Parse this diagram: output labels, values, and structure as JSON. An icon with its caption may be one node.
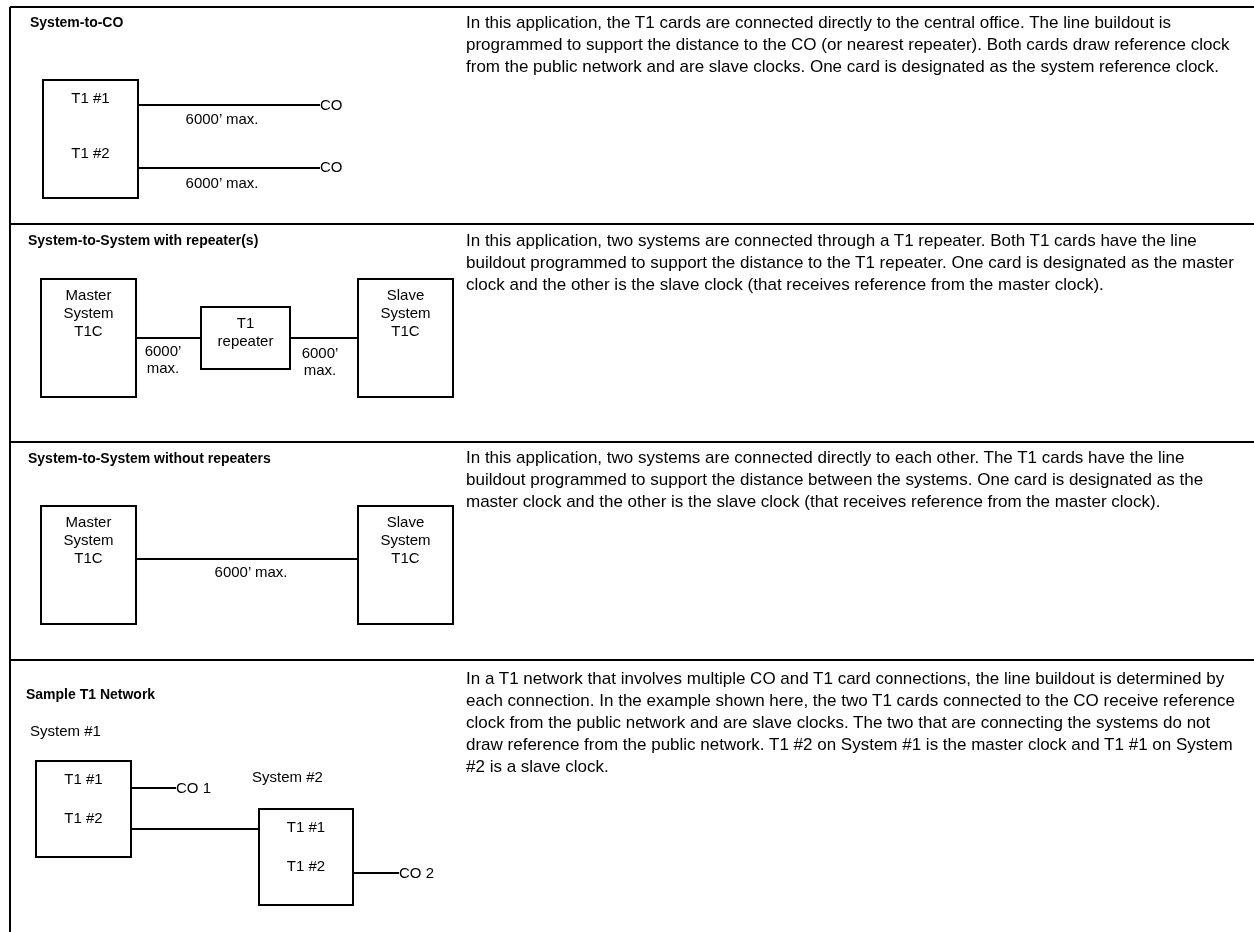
{
  "diagram": {
    "nodes": [
      {
        "text": [
          "T1 #1",
          "T1 #2"
        ]
      },
      {
        "text": [
          "CO"
        ]
      },
      {
        "text": [
          "CO"
        ]
      },
      {
        "text": [
          "Master System T1C"
        ]
      },
      {
        "text": [
          "T1 repeater"
        ]
      },
      {
        "text": [
          "Slave System T1C"
        ]
      },
      {
        "text": [
          "Master System T1C"
        ]
      },
      {
        "text": [
          "Slave System T1C"
        ]
      },
      {
        "text": [
          "T1 #1",
          "T1 #2"
        ],
        "beside": [
          "System #1"
        ]
      },
      {
        "text": [
          "CO 1"
        ]
      },
      {
        "text": [
          "T1 #1",
          "T1 #2"
        ],
        "beside": [
          "System #2"
        ]
      },
      {
        "text": [
          "CO 2"
        ]
      }
    ],
    "edges": [
      {
        "from": 0,
        "to": 1,
        "arrow": "none",
        "label": "6000’ max."
      },
      {
        "from": 0,
        "to": 2,
        "arrow": "none",
        "label": "6000’ max."
      },
      {
        "from": 3,
        "to": 4,
        "arrow": "none",
        "label": "6000’ max."
      },
      {
        "from": 4,
        "to": 5,
        "arrow": "none",
        "label": "6000’ max."
      },
      {
        "from": 6,
        "to": 7,
        "arrow": "none",
        "label": "6000’ max."
      },
      {
        "from": 8,
        "to": 9,
        "arrow": "none"
      },
      {
        "from": 8,
        "to": 10,
        "arrow": "none"
      },
      {
        "from": 10,
        "to": 11,
        "arrow": "none"
      }
    ],
    "labels": [
      "System-to-CO",
      "In this application, the T1 cards are connected directly to the central office. The line buildout is programmed to support the distance to the CO (or nearest repeater). Both cards draw reference clock from the public network and are slave clocks. One card is designated as the system reference clock.",
      "System-to-System with repeater(s)",
      "In this application, two systems are connected through a T1 repeater. Both T1 cards have the line buildout programmed to support the distance to the T1 repeater. One card is designated as the master clock and the other is the slave clock (that receives reference from the master clock).",
      "System-to-System without repeaters",
      "In this application, two systems are connected directly to each other. The T1 cards have the line buildout programmed to support the distance between the systems. One card is designated as the master clock and the other is the slave clock (that receives reference from the master clock).",
      "Sample T1 Network",
      "In a T1 network that involves multiple CO and T1 card connections, the line buildout is determined by each connection. In the example shown here, the two T1 cards connected to the CO receive reference clock from the public network and are slave clocks. The two that are connecting the systems do not draw reference from the public network. T1 #2 on System #1 is the master clock and T1 #1 on System #2 is a slave clock."
    ]
  }
}
